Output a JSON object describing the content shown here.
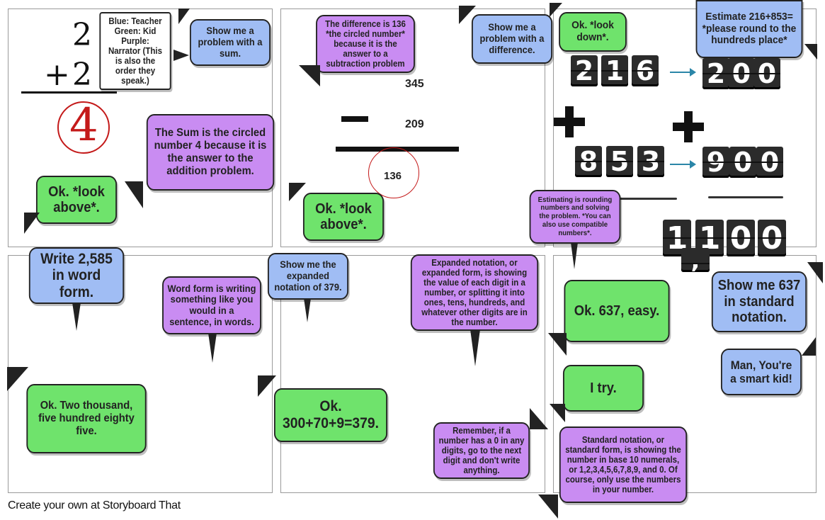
{
  "panels": {
    "p1": {
      "math": {
        "top": "2",
        "op": "+",
        "bottom": "2",
        "answer": "4"
      },
      "bubbles": {
        "legend": "Blue: Teacher Green: Kid Purple: Narrator (This is also the order they speak.)",
        "teacher": "Show me a problem with a sum.",
        "narrator": "The Sum is the circled number 4 because it is the answer to the addition problem.",
        "kid": "Ok. *look above*."
      }
    },
    "p2": {
      "math": {
        "top": "345",
        "op": "−",
        "bottom": "209",
        "answer": "136"
      },
      "bubbles": {
        "narrator": "The difference is 136 *the circled number* because it is the answer to a subtraction problem",
        "teacher": "Show me a problem with a difference.",
        "kid": "Ok. *look above*."
      }
    },
    "p3": {
      "row1": {
        "digits": [
          "2",
          "1",
          "6"
        ],
        "rounded": [
          "2",
          "0",
          "0"
        ]
      },
      "row2": {
        "digits": [
          "8",
          "5",
          "3"
        ],
        "rounded": [
          "9",
          "0",
          "0"
        ]
      },
      "result": [
        "1",
        "1",
        "0",
        "0"
      ],
      "result_comma": ",",
      "bubbles": {
        "kid": "Ok. *look down*.",
        "teacher": "Estimate 216+853= *please round to the hundreds place*",
        "narrator": "Estimating is rounding numbers and solving the problem. *You can also use compatible numbers*."
      }
    },
    "p4": {
      "bubbles": {
        "teacher": "Write 2,585 in word form.",
        "narrator": "Word form is writing something like you would in a sentence, in words.",
        "kid": "Ok. Two thousand, five hundred eighty five."
      }
    },
    "p5": {
      "bubbles": {
        "teacher": "Show me the expanded notation of 379.",
        "narrator": "Expanded notation, or expanded form, is showing the value of each digit in a number, or splitting it into ones, tens, hundreds, and whatever other digits are in the number.",
        "kid": "Ok. 300+70+9=379.",
        "narrator2": "Remember, if a number has a 0 in any digits, go to the next digit and don't write anything."
      }
    },
    "p6": {
      "bubbles": {
        "teacher": "Show me 637 in standard notation.",
        "kid": "Ok. 637, easy.",
        "teacher2": "Man, You're a smart kid!",
        "kid2": "I try.",
        "narrator": "Standard notation, or standard form, is showing the number in base 10 numerals, or 1,2,3,4,5,6,7,8,9, and 0. Of course, only use the numbers in your number."
      }
    }
  },
  "footer": "Create your own at Storyboard That",
  "colors": {
    "teacher": "#a0bdf4",
    "kid": "#6fe36c",
    "narrator": "#c98cf2",
    "circle": "#c41a1a",
    "arrow": "#2b86a8"
  }
}
